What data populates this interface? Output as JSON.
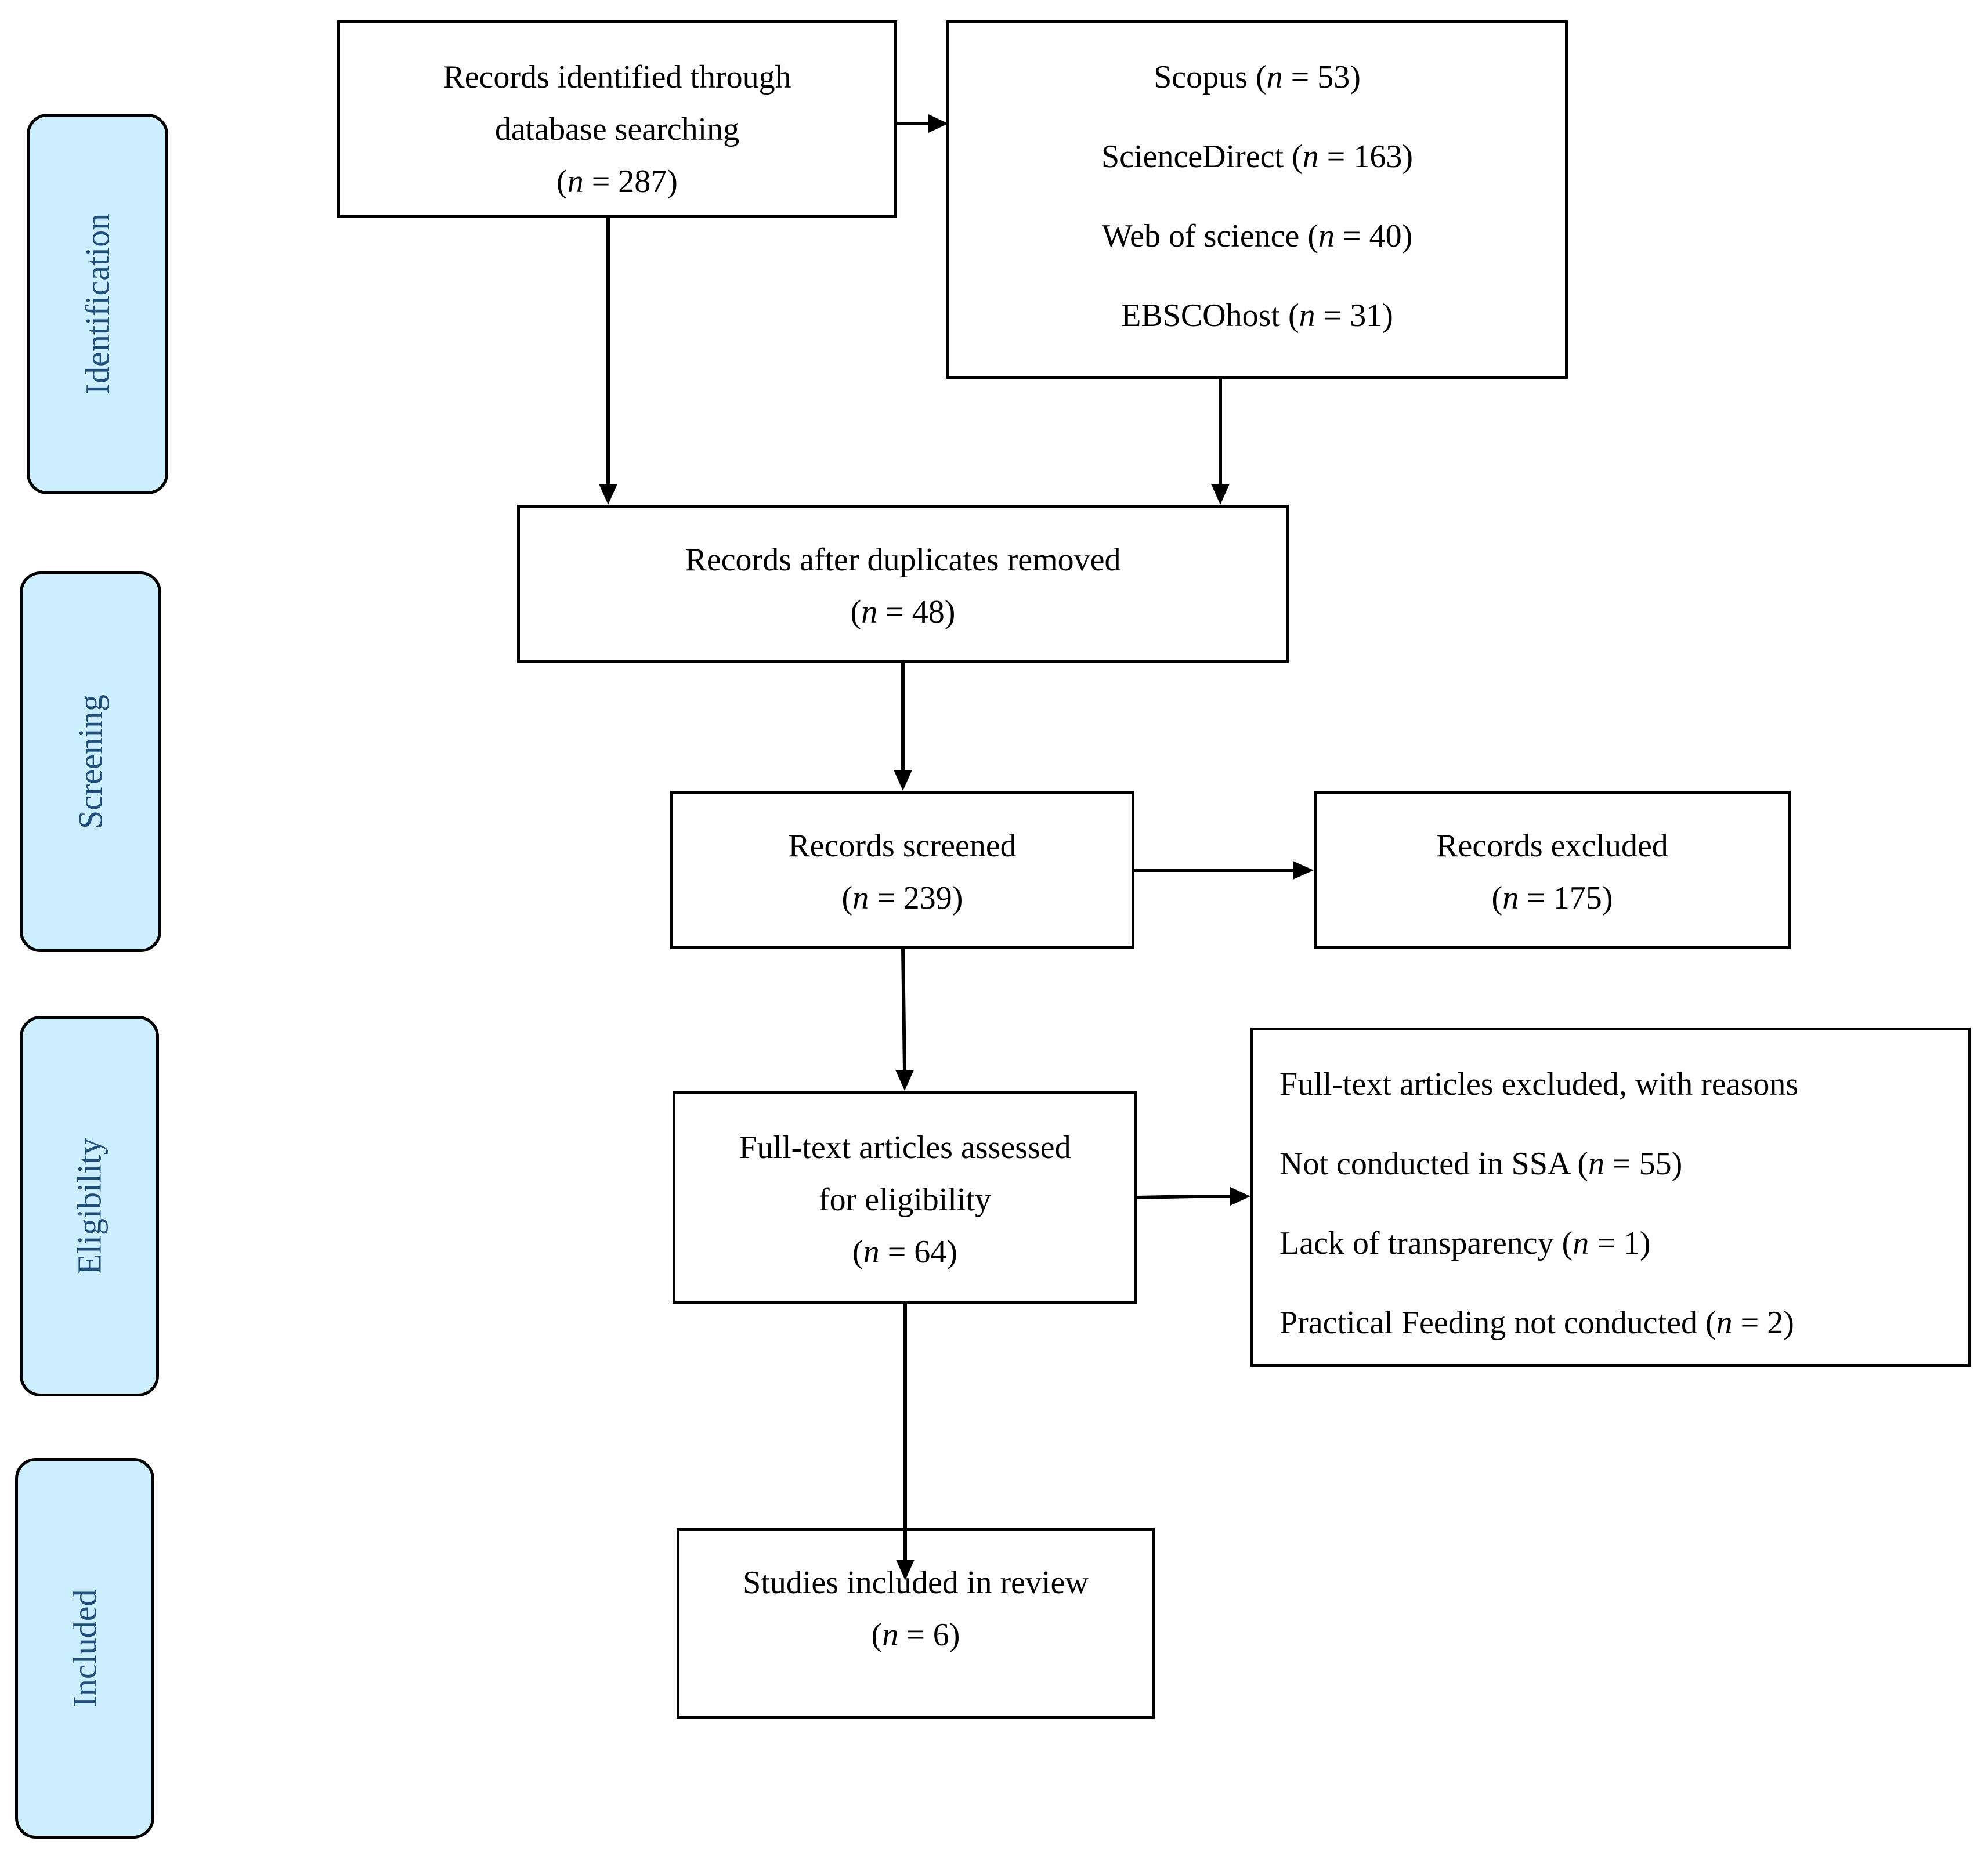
{
  "stages": [
    {
      "key": "identification",
      "label": "Identification"
    },
    {
      "key": "screening",
      "label": "Screening"
    },
    {
      "key": "eligibility",
      "label": "Eligibility"
    },
    {
      "key": "included",
      "label": "Included"
    }
  ],
  "identified": {
    "line1": "Records identified through",
    "line2": "database searching",
    "n_open": "(",
    "n_symbol": "n",
    "n_value": " = 287)"
  },
  "sources": [
    {
      "name": "Scopus (",
      "n_symbol": "n",
      "n_value": " = 53)"
    },
    {
      "name": "ScienceDirect (",
      "n_symbol": "n",
      "n_value": " = 163)"
    },
    {
      "name": "Web of science (",
      "n_symbol": "n",
      "n_value": " = 40)"
    },
    {
      "name": "EBSCOhost (",
      "n_symbol": "n",
      "n_value": " = 31)"
    }
  ],
  "deduplicated": {
    "line1": "Records after duplicates removed",
    "n_open": "(",
    "n_symbol": "n",
    "n_value": " = 48)"
  },
  "screened": {
    "line1": "Records screened",
    "n_open": "(",
    "n_symbol": "n",
    "n_value": " = 239)"
  },
  "excluded": {
    "line1": "Records excluded",
    "n_open": "(",
    "n_symbol": "n",
    "n_value": " = 175)"
  },
  "fulltext": {
    "line1": "Full-text articles assessed",
    "line2": "for eligibility",
    "n_open": "(",
    "n_symbol": "n",
    "n_value": " = 64)"
  },
  "fulltext_excluded": {
    "heading": "Full-text articles excluded, with reasons",
    "reasons": [
      {
        "text": "Not conducted in SSA (",
        "n_symbol": "n",
        "n_value": " = 55)"
      },
      {
        "text": "Lack of transparency (",
        "n_symbol": "n",
        "n_value": " = 1)"
      },
      {
        "text": "Practical Feeding not conducted (",
        "n_symbol": "n",
        "n_value": " = 2)"
      }
    ]
  },
  "included": {
    "line1": "Studies included in review",
    "n_open": "(",
    "n_symbol": "n",
    "n_value": " = 6)"
  }
}
